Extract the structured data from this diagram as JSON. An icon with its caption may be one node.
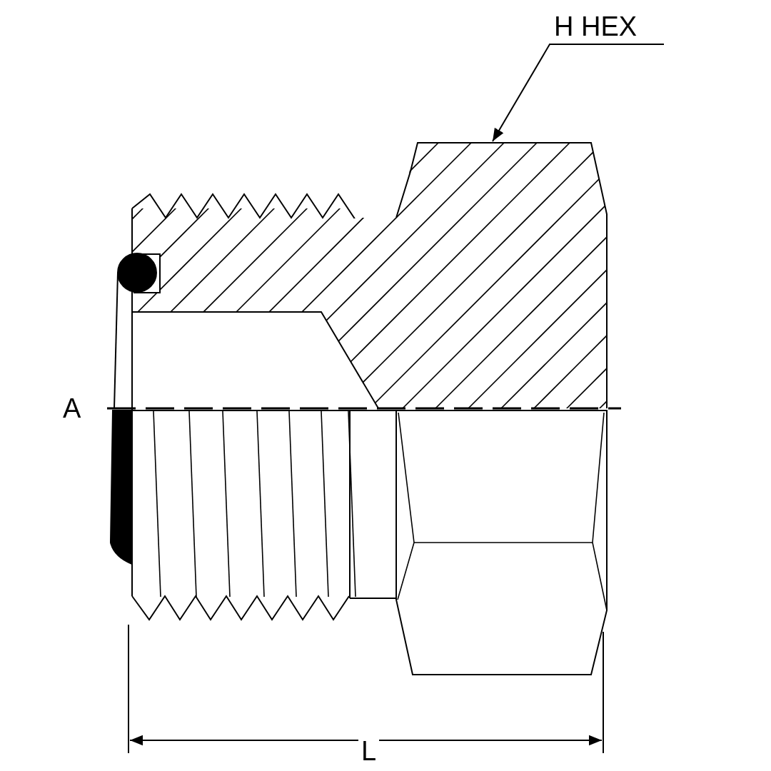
{
  "diagram": {
    "nodes": [
      {
        "text": [
          "H HEX"
        ]
      },
      {
        "text": [],
        "shape": "picture"
      }
    ],
    "edges": [
      {
        "from": 0,
        "to": 1,
        "arrow": "to"
      }
    ],
    "labels": [
      "A",
      "L"
    ]
  }
}
